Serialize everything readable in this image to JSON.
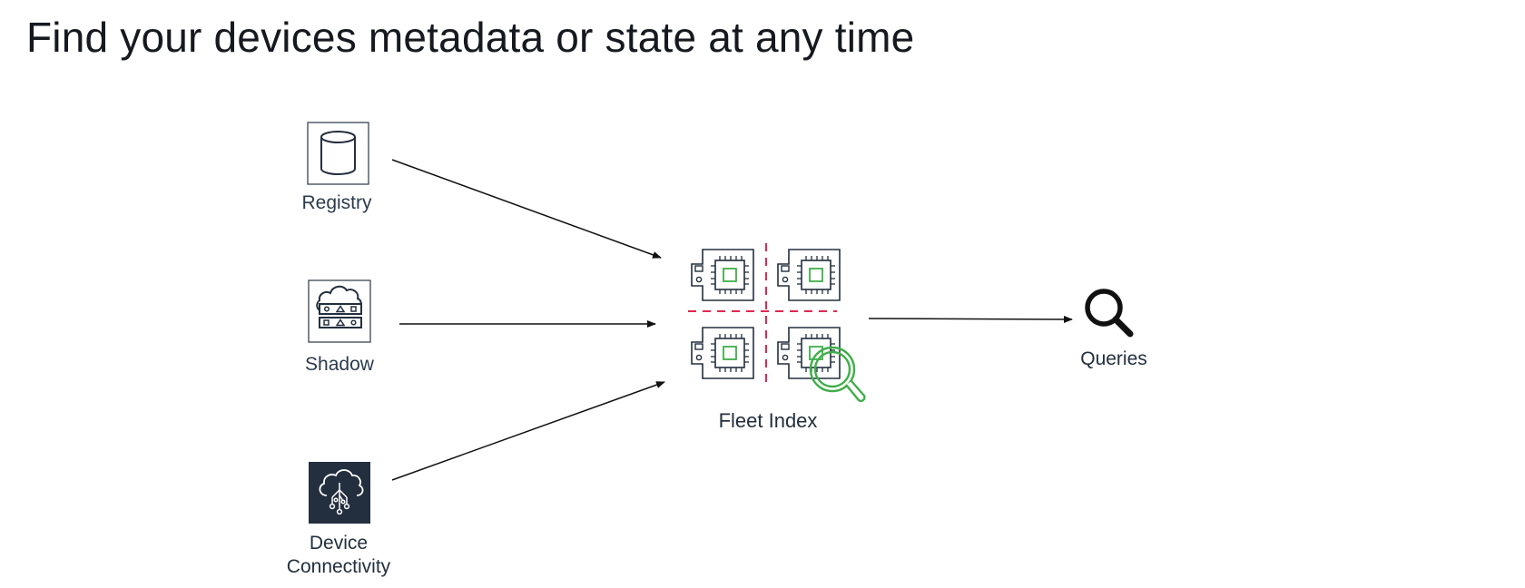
{
  "title": "Find your devices metadata or state at any time",
  "diagram": {
    "sources": [
      {
        "id": "registry",
        "label": "Registry",
        "icon": "database-cylinder-icon"
      },
      {
        "id": "shadow",
        "label": "Shadow",
        "icon": "cloud-device-shadow-icon"
      },
      {
        "id": "device-connectivity",
        "label": "Device Connectivity",
        "icon": "cloud-iot-connectivity-icon"
      }
    ],
    "hub": {
      "label": "Fleet Index",
      "icon": "fleet-index-chips-magnifier-icon"
    },
    "output": {
      "label": "Queries",
      "icon": "search-icon"
    },
    "edges": [
      {
        "from": "Registry",
        "to": "Fleet Index"
      },
      {
        "from": "Shadow",
        "to": "Fleet Index"
      },
      {
        "from": "Device Connectivity",
        "to": "Fleet Index"
      },
      {
        "from": "Fleet Index",
        "to": "Queries"
      }
    ],
    "colors": {
      "line": "#111111",
      "icon_stroke": "#232f3e",
      "accent_green": "#3fae49",
      "divider_red": "#e0274f",
      "tile_dark": "#232f3e"
    }
  }
}
